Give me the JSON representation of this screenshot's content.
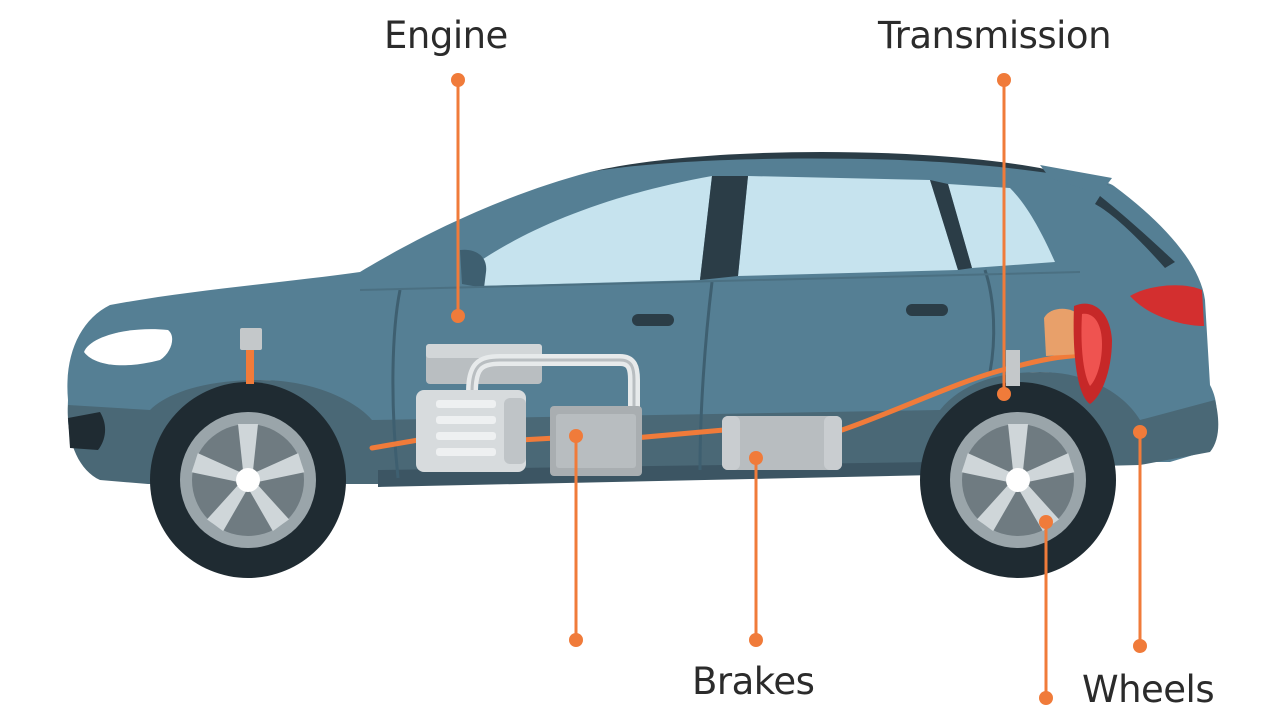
{
  "labels": {
    "engine": "Engine",
    "transmission": "Transmission",
    "brakes": "Brakes",
    "wheels": "Wheels"
  },
  "colors": {
    "accent": "#f07b3a",
    "body": "#557f94",
    "body_dark": "#3e5f70",
    "lower_body": "#4a6876",
    "glass": "#c6e3ee",
    "roof": "#2b3d47",
    "tire": "#1f2b32",
    "rim": "#9aa5aa",
    "component": "#c4c8ca",
    "taillight": "#d32f2f"
  }
}
